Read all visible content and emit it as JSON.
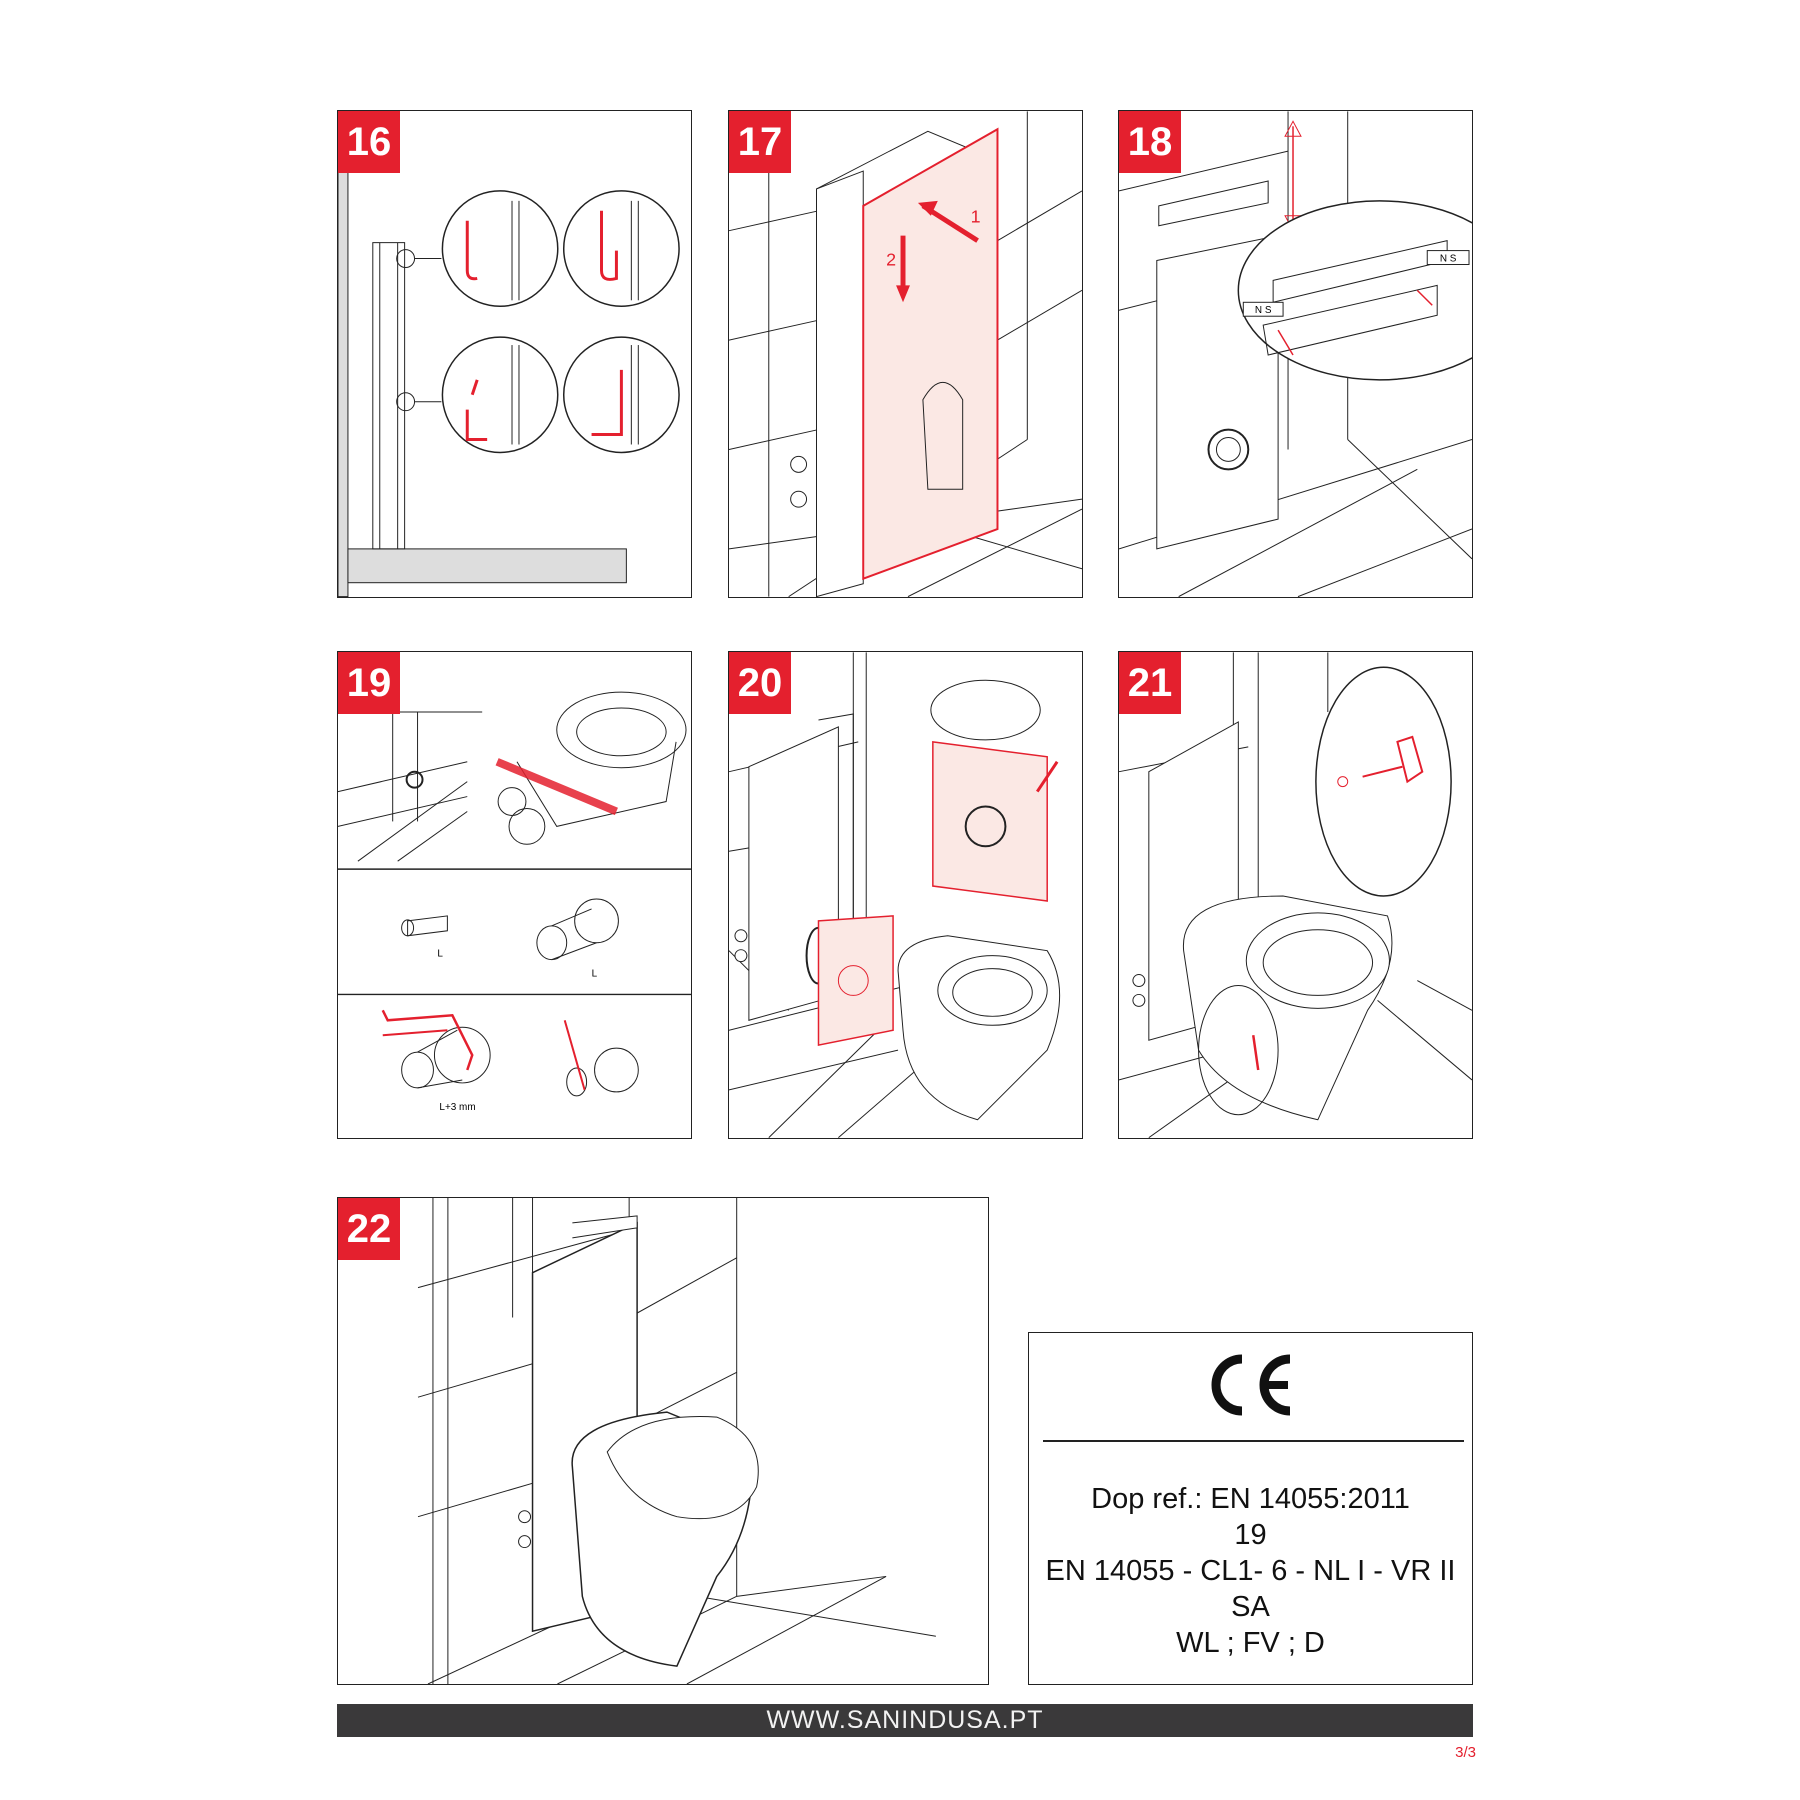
{
  "steps": [
    {
      "number": "16"
    },
    {
      "number": "17",
      "arrow_labels": [
        "1",
        "2"
      ]
    },
    {
      "number": "18",
      "tags": [
        "N S",
        "N S"
      ]
    },
    {
      "number": "19",
      "dimension_labels": [
        "L",
        "L",
        "L+3 mm"
      ]
    },
    {
      "number": "20"
    },
    {
      "number": "21"
    },
    {
      "number": "22"
    }
  ],
  "certification": {
    "mark": "CE",
    "lines": [
      "Dop ref.: EN 14055:2011",
      "19",
      "EN 14055 - CL1- 6 - NL I - VR II",
      "SA",
      "WL ; FV ; D"
    ]
  },
  "footer": {
    "website": "WWW.SANINDUSA.PT",
    "page": "3/3"
  },
  "colors": {
    "accent": "#e4202e",
    "line": "#222222",
    "footer_bg": "#3a393a"
  }
}
